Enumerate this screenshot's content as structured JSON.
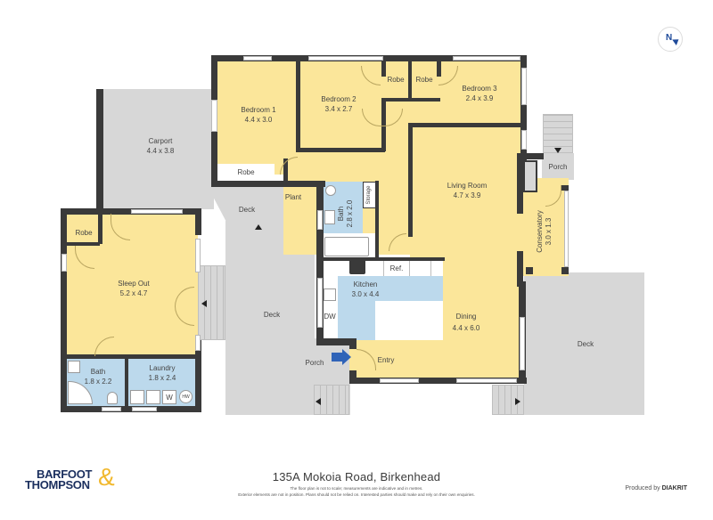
{
  "plan": {
    "address": "135A Mokoia Road, Birkenhead",
    "disclaimer_line1": "The floor plan is not to scale; measurements are indicative and in metres.",
    "disclaimer_line2": "Exterior elements are not in position. Plans should not be relied on. Interested parties should make and rely on their own enquiries.",
    "compass": {
      "label": "N",
      "icon": "north-arrow-icon"
    },
    "rooms": {
      "bedroom1": {
        "name": "Bedroom 1",
        "dims": "4.4 x 3.0"
      },
      "bedroom2": {
        "name": "Bedroom 2",
        "dims": "3.4 x 2.7"
      },
      "bedroom3": {
        "name": "Bedroom 3",
        "dims": "2.4 x 3.9"
      },
      "robe_b1": {
        "name": "Robe"
      },
      "robe_b2": {
        "name": "Robe"
      },
      "robe_b3": {
        "name": "Robe"
      },
      "robe_sleepout": {
        "name": "Robe"
      },
      "carport": {
        "name": "Carport",
        "dims": "4.4 x 3.8"
      },
      "living": {
        "name": "Living Room",
        "dims": "4.7 x 3.9"
      },
      "bath_main": {
        "name": "Bath",
        "dims": "2.8 x 2.0"
      },
      "storage": {
        "name": "Storage"
      },
      "kitchen": {
        "name": "Kitchen",
        "dims": "3.0 x 4.4"
      },
      "ref": {
        "name": "Ref."
      },
      "dw": {
        "name": "DW"
      },
      "dining": {
        "name": "Dining",
        "dims": "4.4 x 6.0"
      },
      "entry": {
        "name": "Entry"
      },
      "porch_front": {
        "name": "Porch"
      },
      "porch_side": {
        "name": "Porch"
      },
      "conservatory": {
        "name": "Conservatory",
        "dims": "3.0 x 1.3"
      },
      "sleepout": {
        "name": "Sleep Out",
        "dims": "5.2 x 4.7"
      },
      "bath_sleepout": {
        "name": "Bath",
        "dims": "1.8 x 2.2"
      },
      "laundry": {
        "name": "Laundry",
        "dims": "1.8 x 2.4"
      },
      "w": {
        "name": "W"
      },
      "hw": {
        "name": "HW"
      },
      "deck_top": {
        "name": "Deck"
      },
      "deck_main": {
        "name": "Deck"
      },
      "deck_right": {
        "name": "Deck"
      },
      "plant": {
        "name": "Plant"
      }
    }
  },
  "footer": {
    "brand_line1": "BARFOOT",
    "brand_line2": "THOMPSON",
    "brand_amp": "&",
    "brand_colors": {
      "navy": "#1b2f5e",
      "gold": "#f1b82d"
    },
    "produced_prefix": "Produced by",
    "produced_brand": "DIAKRIT"
  },
  "colors": {
    "room_yellow": "#fbe69a",
    "wet_blue": "#bcd9ec",
    "exterior_grey": "#d7d7d7",
    "wall": "#3a3a3a",
    "entry_arrow": "#2f63b8"
  }
}
